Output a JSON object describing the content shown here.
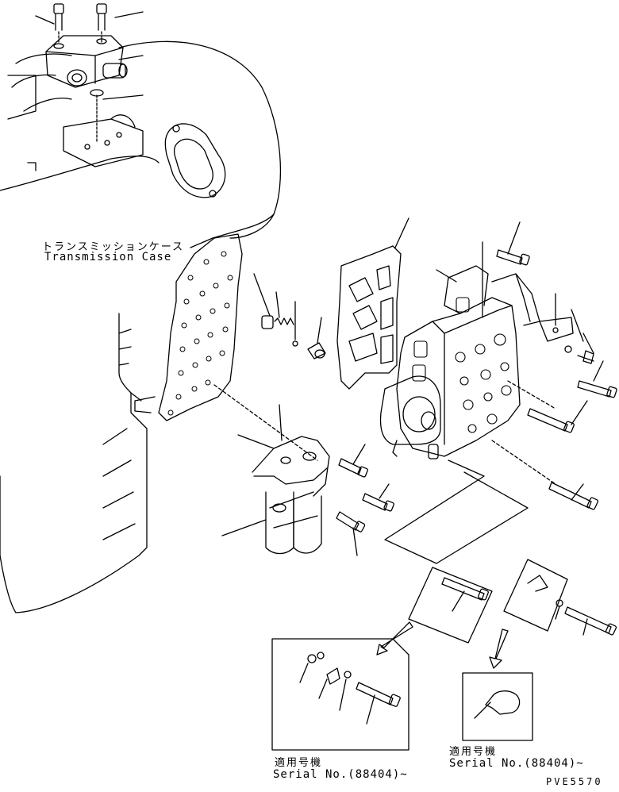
{
  "labels": {
    "case_jp": "トランスミッションケース",
    "case_en": "Transmission Case",
    "left_applicable_jp": "適用号機",
    "left_serial": "Serial No.(88404)~",
    "right_applicable_jp": "適用号機",
    "right_serial": "Serial No.(88404)~",
    "drawing_code": "PVE5570"
  },
  "colors": {
    "line": "#000000",
    "background": "#ffffff"
  }
}
